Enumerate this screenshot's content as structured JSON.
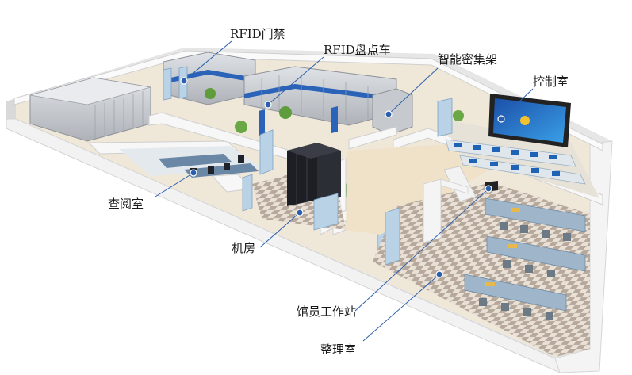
{
  "labels": {
    "rfid_gate": "RFID门禁",
    "rfid_cart": "RFID盘点车",
    "smart_shelf": "智能密集架",
    "control_room": "控制室",
    "reading_room": "查阅室",
    "server_room": "机房",
    "staff_station": "馆员工作站",
    "sorting_room": "整理室"
  },
  "colors": {
    "floor": "#efe7d8",
    "wall": "#f4f4f4",
    "accent_blue": "#2a63b8",
    "glass": "#b9d2e6",
    "shelf": "#c9ccd2",
    "server": "#1d1f24",
    "tile_dark": "#b7a89c",
    "tile_light": "#e9e0d6",
    "leader_line": "#2b5fae"
  }
}
